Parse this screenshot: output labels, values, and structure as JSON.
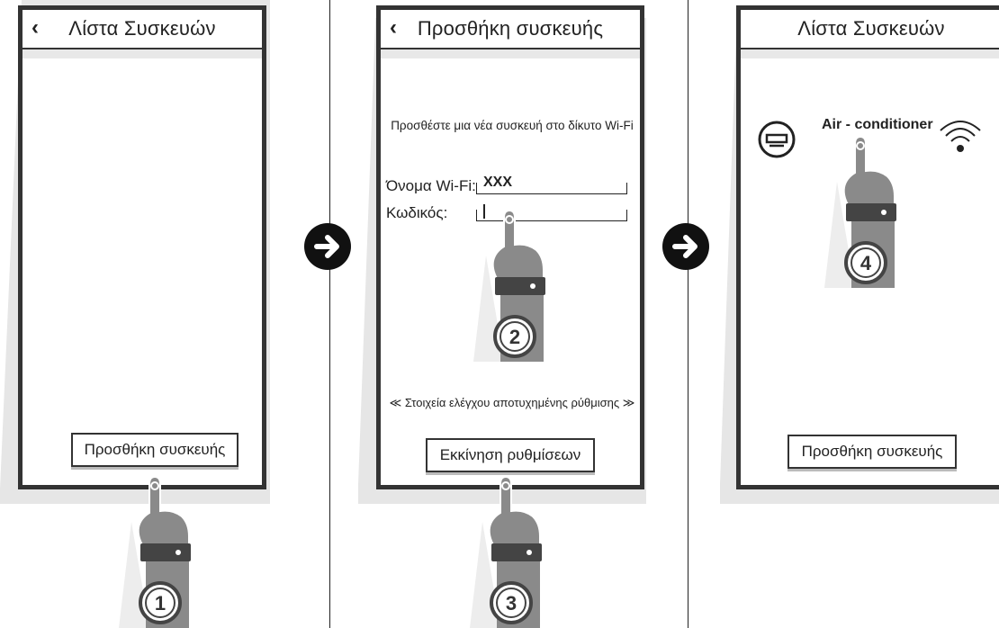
{
  "panels": [
    {
      "title": "Λίστα Συσκευών",
      "button_label": "Προσθήκη συσκευής",
      "step": "1"
    },
    {
      "title": "Προσθήκη συσκευής",
      "instruction": "Προσθέστε μια νέα συσκευή στο δίκυτο Wi-Fi",
      "wifi_label": "Όνομα Wi-Fi:",
      "wifi_value": "XXX",
      "password_label": "Κωδικός:",
      "failed_setup_link": "≪ Στοιχεία ελέγχου αποτυχημένης ρύθμισης ≫",
      "button_label": "Εκκίνηση ρυθμίσεων",
      "steps": [
        "2",
        "3"
      ]
    },
    {
      "title": "Λίστα Συσκευών",
      "device_name": "Air - conditioner",
      "button_label": "Προσθήκη συσκευής",
      "step": "4"
    }
  ],
  "icons": {
    "back": "chevron-left-icon",
    "next_step": "arrow-right-circle-icon",
    "device": "air-conditioner-icon",
    "wifi": "wifi-icon",
    "hand": "pointing-hand-icon"
  },
  "colors": {
    "frame": "#333333",
    "hand": "#8a8a8a",
    "band": "#444444",
    "arrow_bg": "#111111"
  }
}
